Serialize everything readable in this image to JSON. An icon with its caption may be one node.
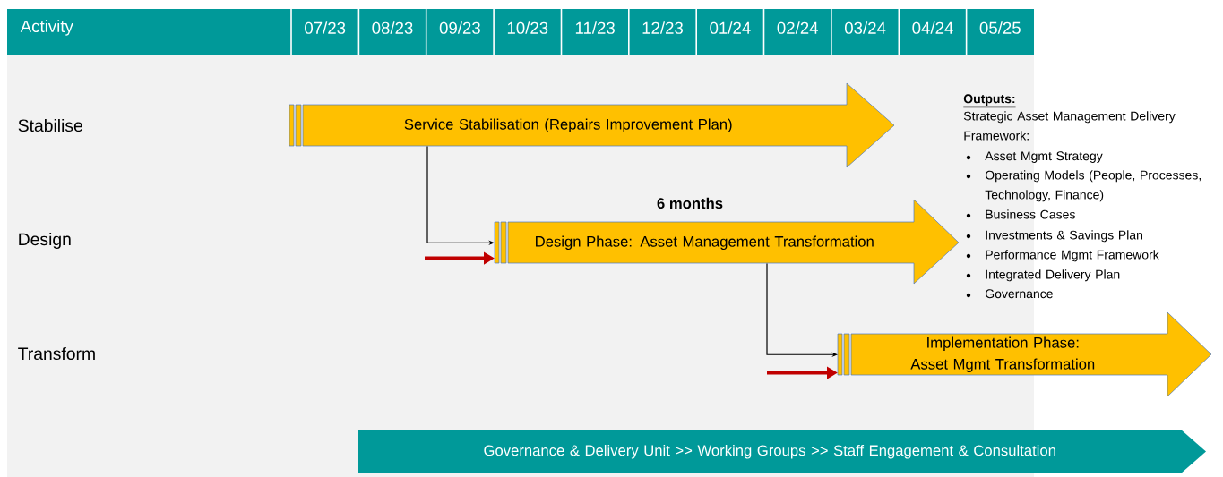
{
  "diagram": {
    "nodes": [
      {
        "text": [
          "Service Stabilisation (Repairs Improvement Plan)"
        ]
      },
      {
        "text": [
          "Design Phase: Asset Management Transformation"
        ],
        "beside": [
          "6 months"
        ]
      },
      {
        "text": [
          "Implementation Phase: Asset Mgmt Transformation"
        ]
      },
      {
        "text": [
          "Governance & Delivery Unit >> Working Groups >> Staff Engagement & Consultation"
        ]
      }
    ],
    "edges": [
      {
        "from": 0,
        "to": 1,
        "arrow": "to"
      },
      {
        "from": 1,
        "to": 2,
        "arrow": "to"
      },
      {
        "from": null,
        "to": 1,
        "arrow": "to",
        "style": "thick",
        "color": "#c00000"
      },
      {
        "from": null,
        "to": 2,
        "arrow": "to",
        "style": "thick",
        "color": "#c00000"
      }
    ],
    "labels": [
      "Activity",
      "07/23",
      "08/23",
      "09/23",
      "10/23",
      "11/23",
      "12/23",
      "01/24",
      "02/24",
      "03/24",
      "04/24",
      "05/25",
      "Stabilise",
      "Design",
      "Transform",
      "Outputs:",
      "Strategic Asset Management Delivery Framework:",
      "Asset Mgmt Strategy",
      "Operating Models (People, Processes, Technology, Finance)",
      "Business Cases",
      "Investments & Savings Plan",
      "Performance Mgmt Framework",
      "Integrated Delivery Plan",
      "Governance"
    ]
  }
}
